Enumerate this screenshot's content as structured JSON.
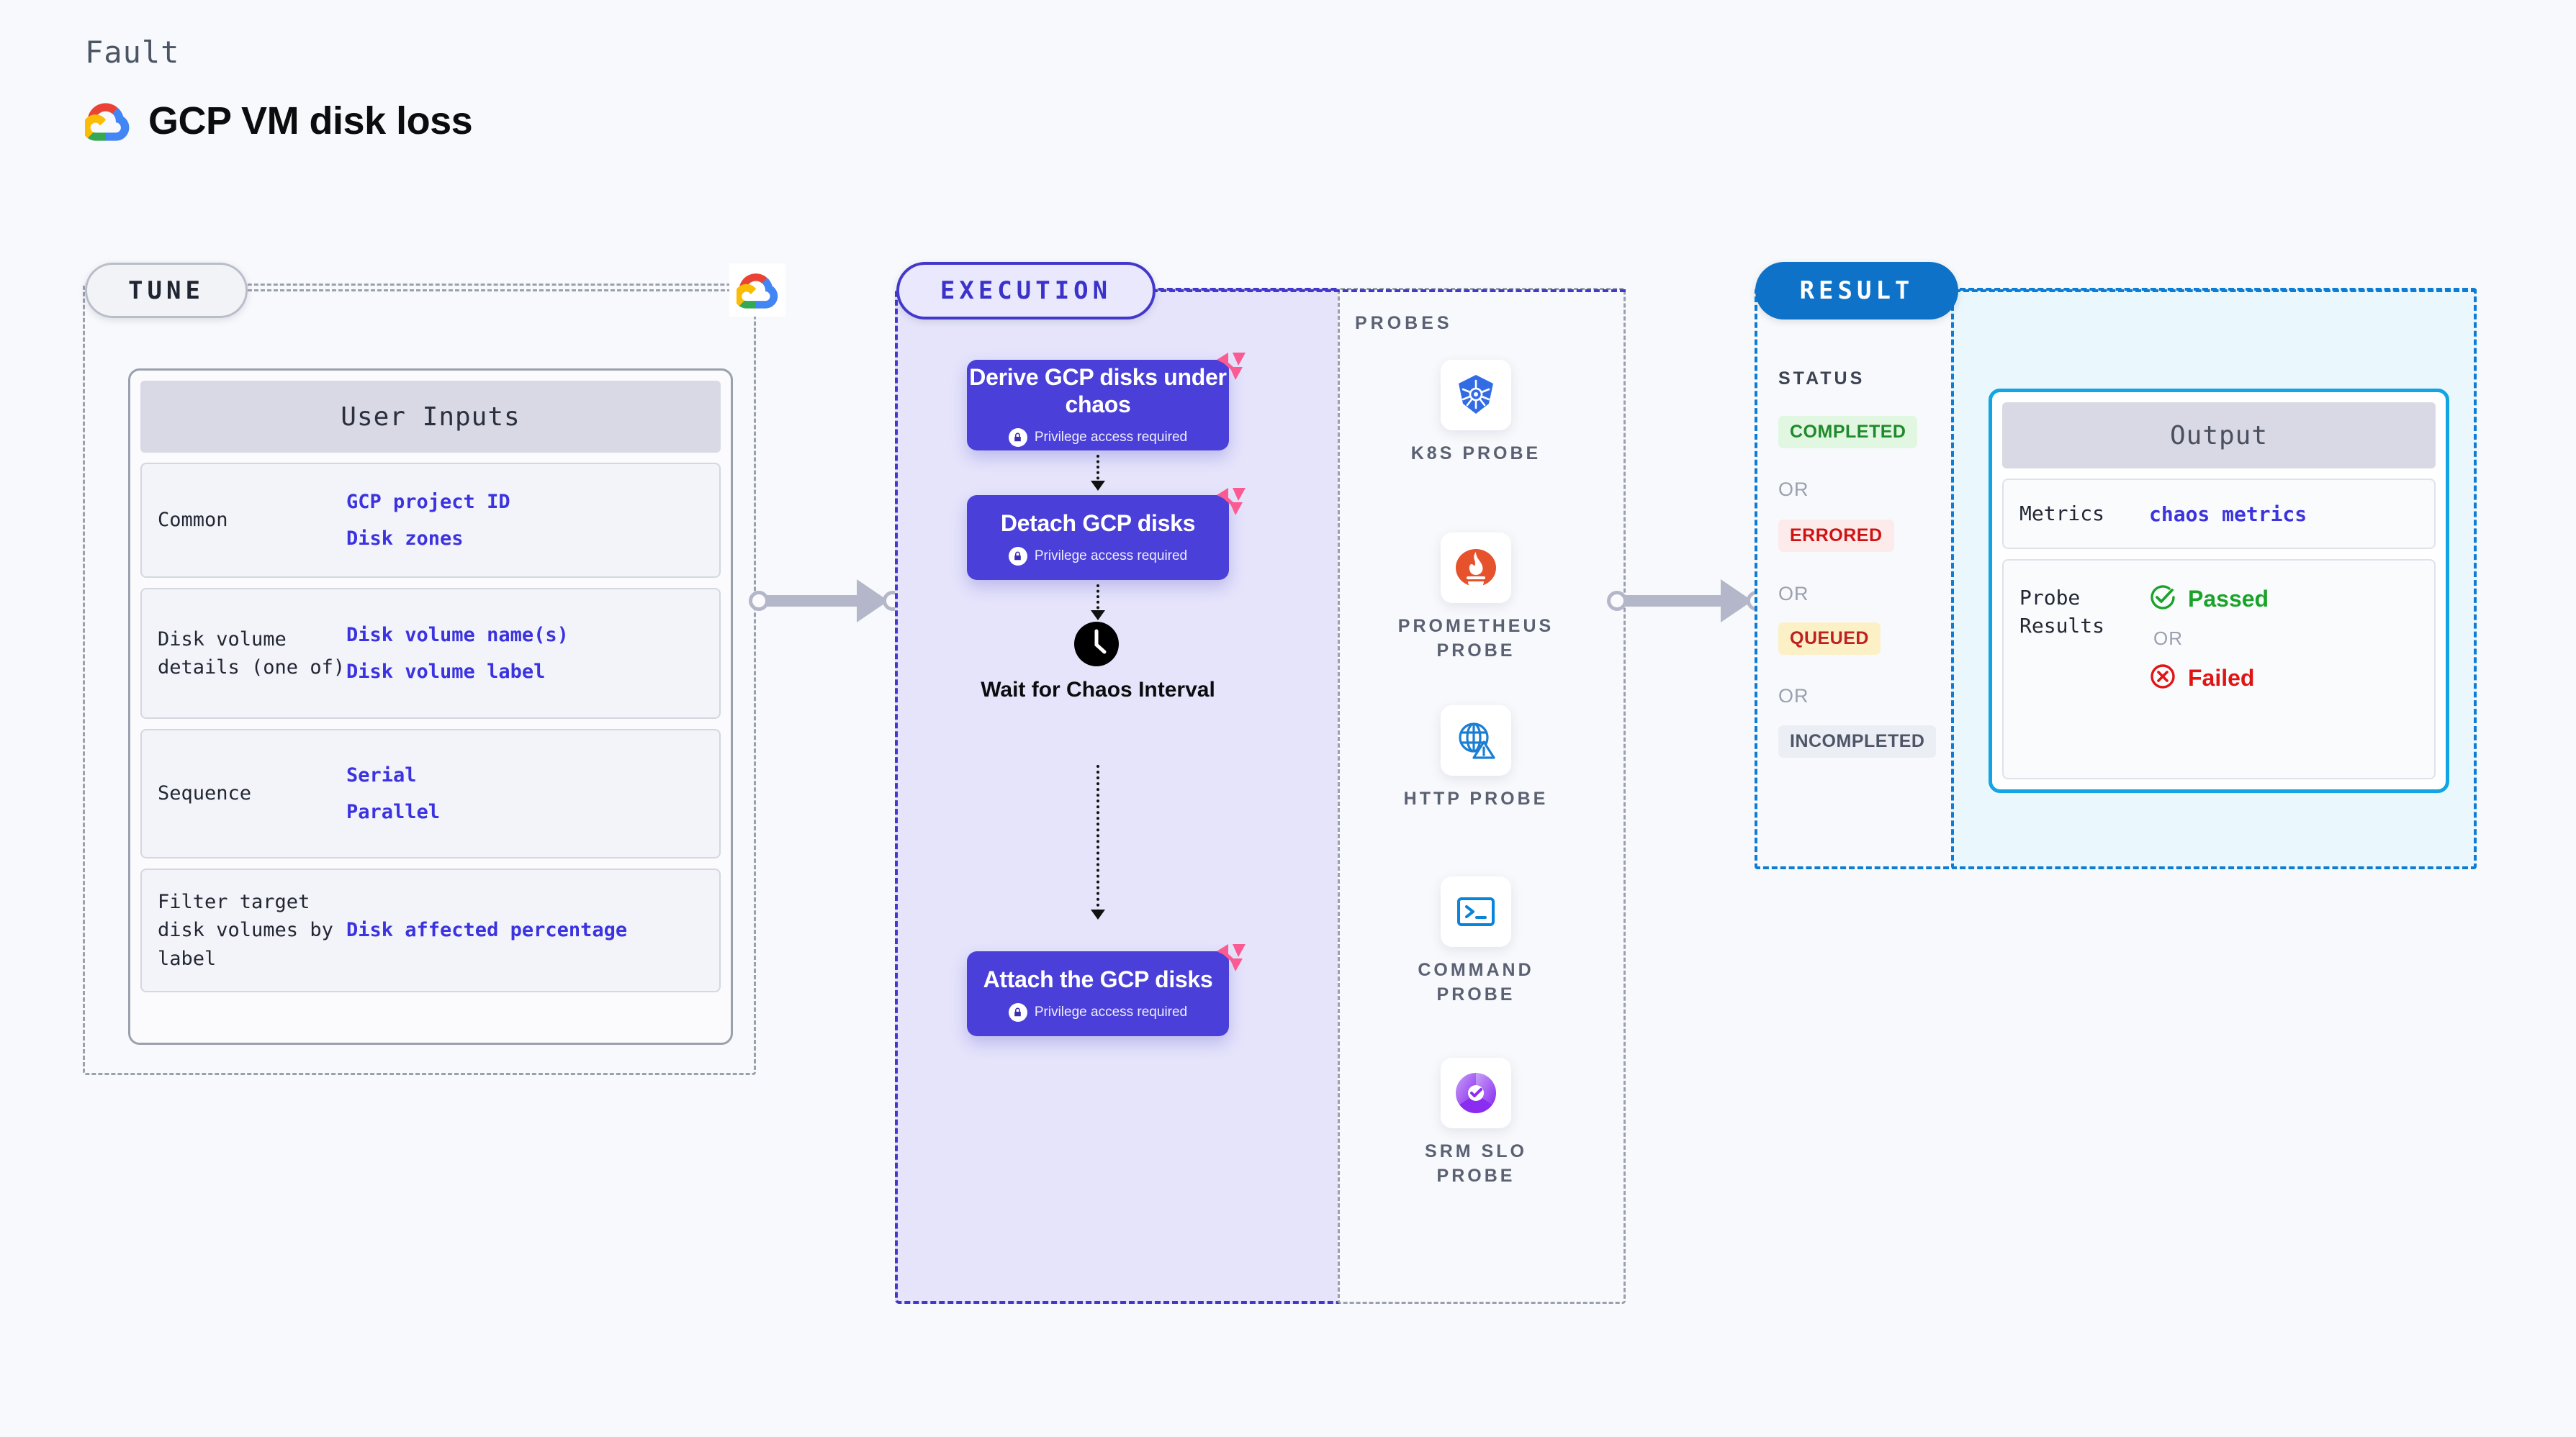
{
  "header": {
    "eyebrow": "Fault",
    "title": "GCP VM disk loss",
    "logo_icon": "gcp-logo-icon"
  },
  "tune": {
    "pill_label": "TUNE",
    "badge_icon": "gcp-logo-icon",
    "card_title": "User Inputs",
    "rows": [
      {
        "label": "Common",
        "values": [
          "GCP project ID",
          "Disk zones"
        ]
      },
      {
        "label": "Disk volume details (one of)",
        "values": [
          "Disk volume name(s)",
          "Disk volume label"
        ]
      },
      {
        "label": "Sequence",
        "values": [
          "Serial",
          "Parallel"
        ]
      },
      {
        "label": "Filter target disk volumes by label",
        "values": [
          "Disk affected percentage"
        ]
      }
    ]
  },
  "execution": {
    "pill_label": "EXECUTION",
    "privilege_text": "Privilege access required",
    "nodes": [
      {
        "title": "Derive GCP disks under chaos",
        "privilege": true,
        "badge_icon": "litmus-badge-icon",
        "lock_icon": "lock-icon"
      },
      {
        "title": "Detach GCP disks",
        "privilege": true,
        "badge_icon": "litmus-badge-icon",
        "lock_icon": "lock-icon"
      },
      {
        "title": "Attach the GCP disks",
        "privilege": true,
        "badge_icon": "litmus-badge-icon",
        "lock_icon": "lock-icon"
      }
    ],
    "wait_step": {
      "label": "Wait for Chaos Interval",
      "icon": "clock-icon"
    }
  },
  "probes": {
    "title": "PROBES",
    "items": [
      {
        "label": "K8S PROBE",
        "icon": "kubernetes-icon"
      },
      {
        "label": "PROMETHEUS PROBE",
        "icon": "prometheus-icon"
      },
      {
        "label": "HTTP PROBE",
        "icon": "http-globe-warning-icon"
      },
      {
        "label": "COMMAND PROBE",
        "icon": "terminal-icon"
      },
      {
        "label": "SRM SLO PROBE",
        "icon": "srm-slo-icon"
      }
    ]
  },
  "result": {
    "pill_label": "RESULT",
    "status_title": "STATUS",
    "or_label": "OR",
    "statuses": [
      {
        "label": "COMPLETED",
        "bg": "#e2f7e1",
        "fg": "#1f8a2b"
      },
      {
        "label": "ERRORED",
        "bg": "#fdeaea",
        "fg": "#cf1313"
      },
      {
        "label": "QUEUED",
        "bg": "#fcf0c7",
        "fg": "#c02020"
      },
      {
        "label": "INCOMPLETED",
        "bg": "#eceef5",
        "fg": "#4e5566"
      }
    ]
  },
  "output": {
    "card_title": "Output",
    "metrics_label": "Metrics",
    "metrics_value": "chaos metrics",
    "probe_results_label": "Probe Results",
    "passed_label": "Passed",
    "failed_label": "Failed",
    "or_label": "OR",
    "passed_icon": "check-circle-icon",
    "failed_icon": "x-circle-icon"
  },
  "colors": {
    "indigo": "#4338ca",
    "node_purple": "#4a3fd8",
    "result_blue": "#0d72c8",
    "output_cyan": "#12a5e4",
    "link_blue": "#3b33e0",
    "grey_connector": "#b4b7c9",
    "litmus_pink": "#fb5a92",
    "page_bg": "#f8f9fc"
  }
}
